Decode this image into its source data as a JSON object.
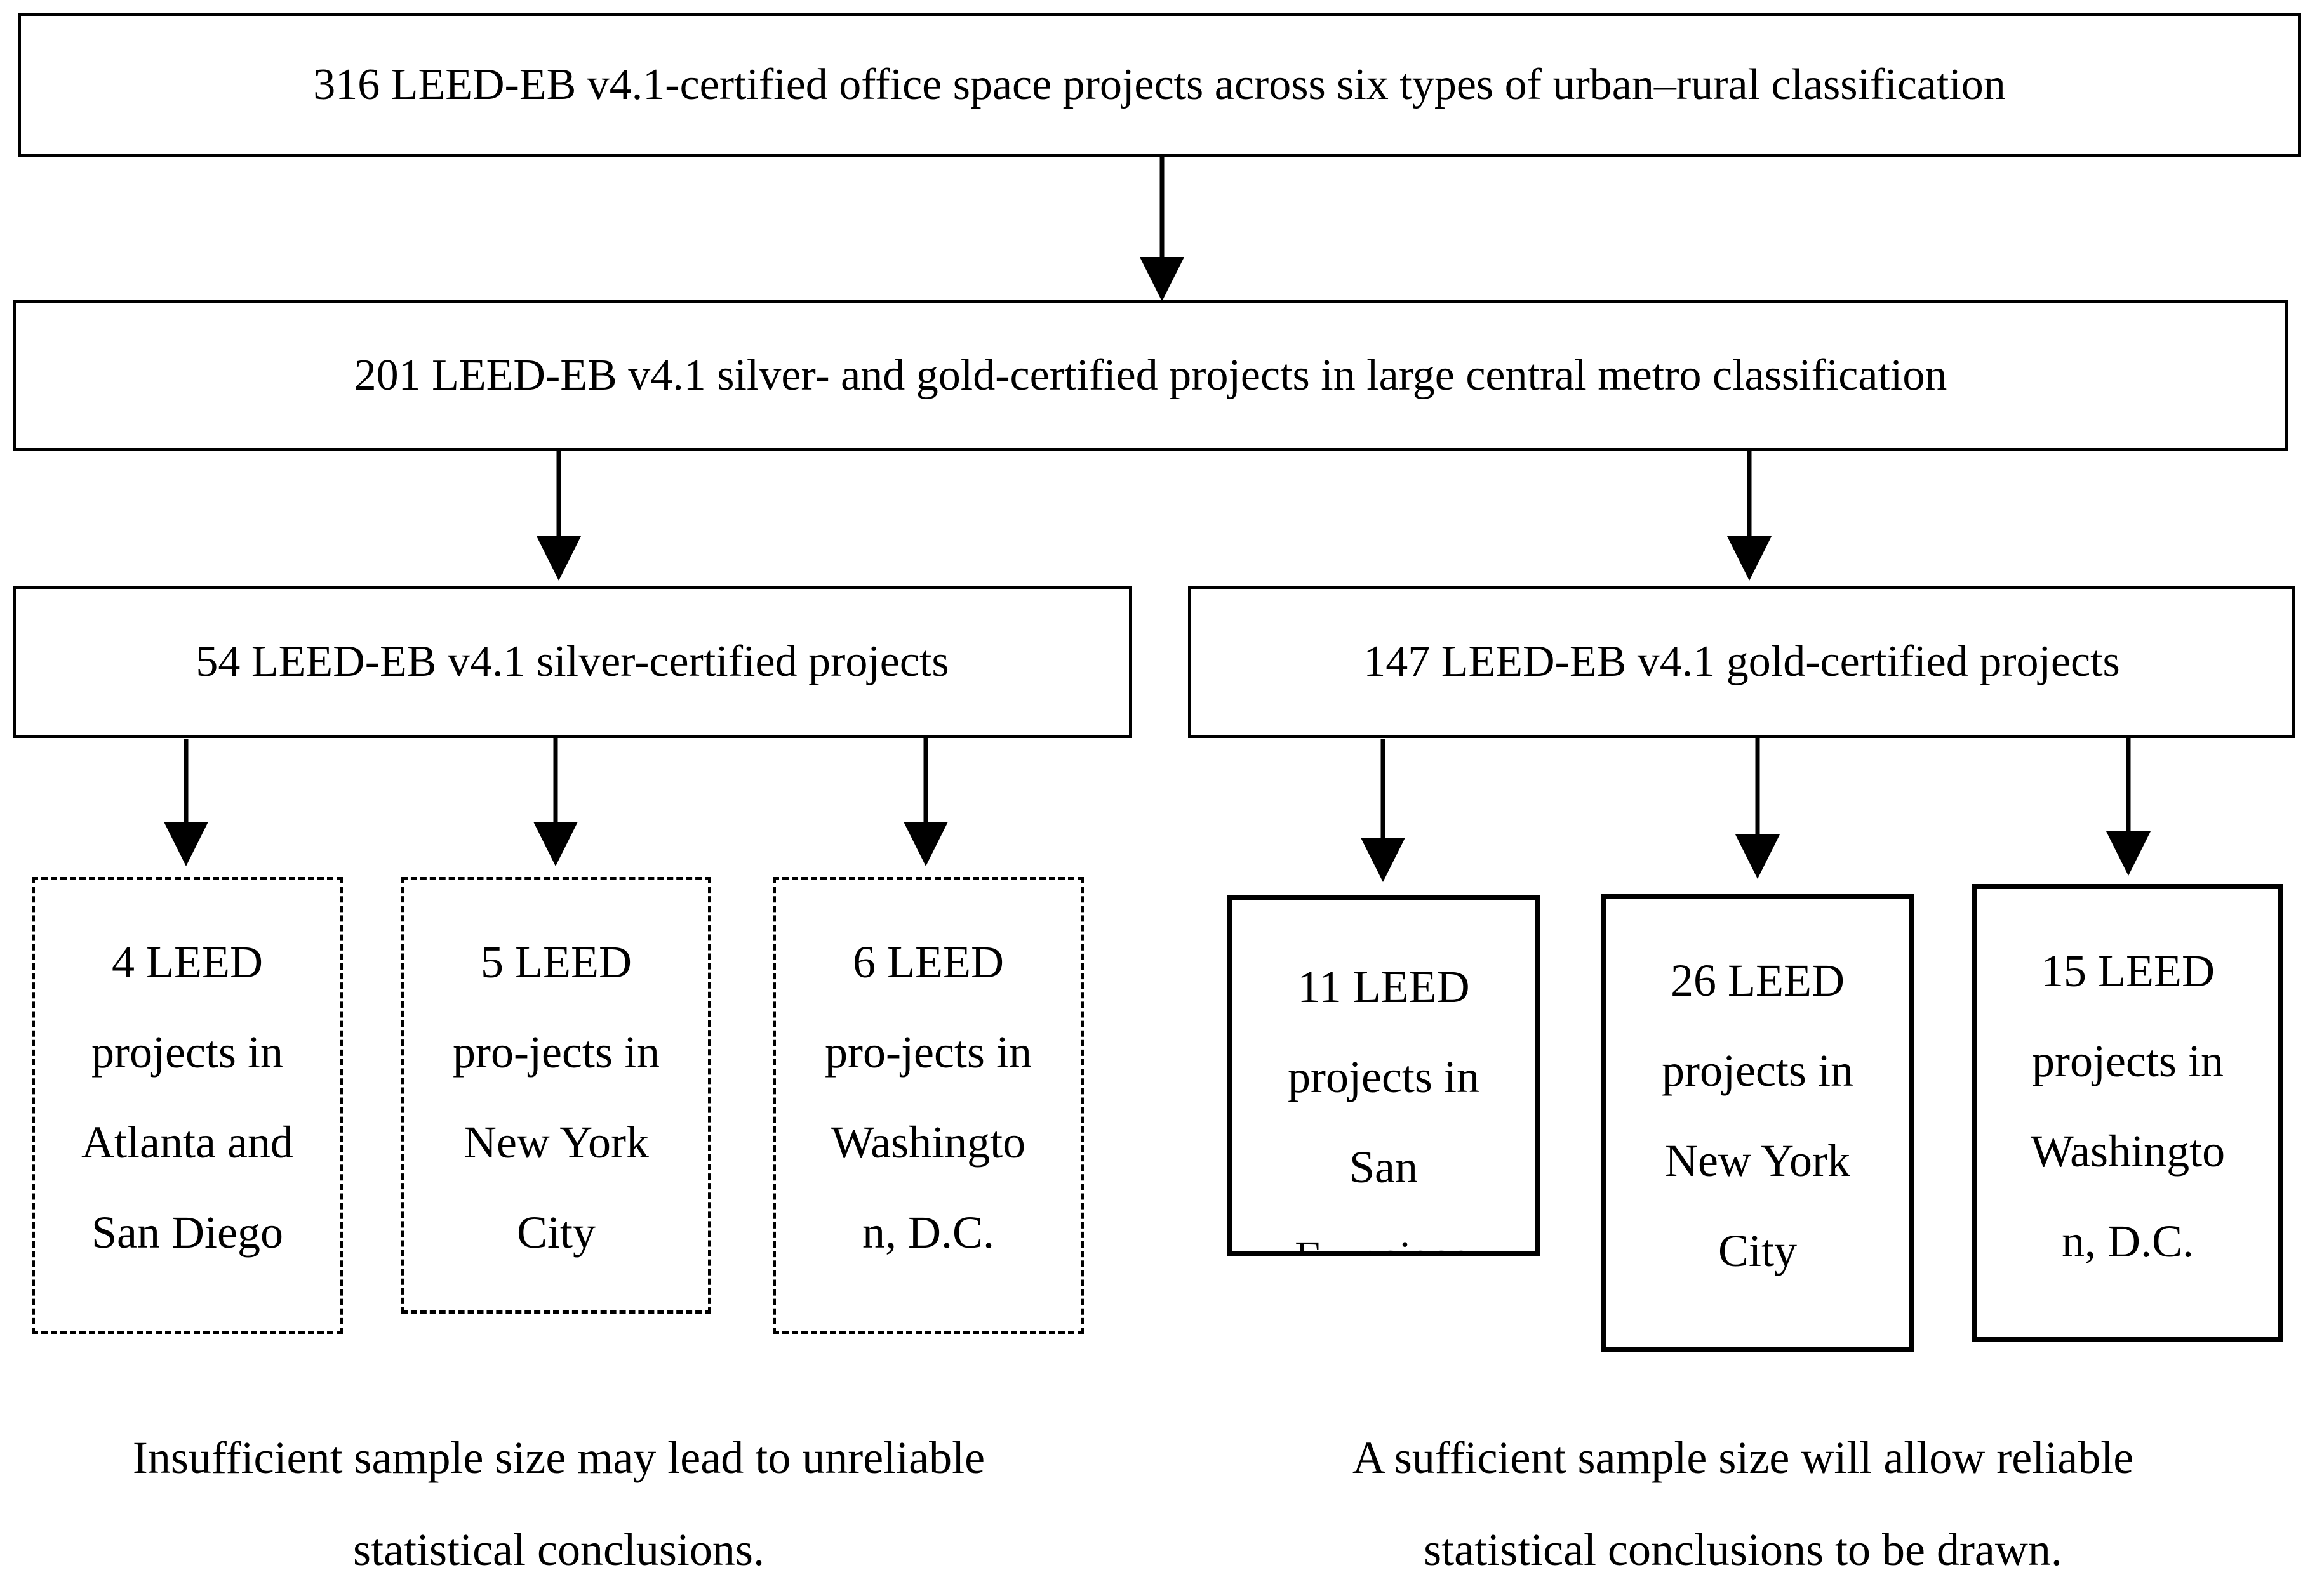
{
  "top": {
    "text": "316 LEED-EB v4.1-certified office space projects across six types of urban–rural classification"
  },
  "level2": {
    "text": "201 LEED-EB v4.1 silver- and gold-certified projects in large central metro classification"
  },
  "silver": {
    "text": "54 LEED-EB v4.1 silver-certified projects"
  },
  "gold": {
    "text": "147 LEED-EB v4.1 gold-certified projects"
  },
  "silver_cities": [
    {
      "lines": [
        "4 LEED",
        "projects in",
        "Atlanta and",
        "San Diego"
      ]
    },
    {
      "lines": [
        "5 LEED",
        "pro-jects in",
        "New York",
        "City"
      ]
    },
    {
      "lines": [
        "6 LEED",
        "pro-jects in",
        "Washingto",
        "n, D.C."
      ]
    }
  ],
  "gold_cities": [
    {
      "lines": [
        "11 LEED",
        "projects in",
        "San",
        "Francisco"
      ]
    },
    {
      "lines": [
        "26 LEED",
        "projects in",
        "New York",
        "City"
      ]
    },
    {
      "lines": [
        "15 LEED",
        "projects in",
        "Washingto",
        "n, D.C."
      ]
    }
  ],
  "notes": {
    "left": [
      "Insufficient sample size may lead to unreliable",
      "statistical conclusions."
    ],
    "right": [
      "A sufficient sample size will allow reliable",
      "statistical conclusions to be drawn."
    ]
  }
}
